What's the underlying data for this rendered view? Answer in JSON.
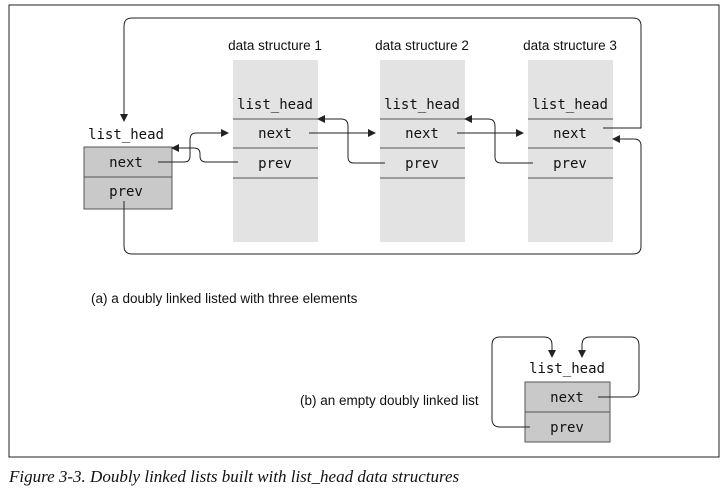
{
  "diagram_a": {
    "caption": "(a)  a doubly linked listed with three elements",
    "head": {
      "label": "list_head",
      "next": "next",
      "prev": "prev"
    },
    "structures": [
      {
        "title": "data structure 1",
        "label": "list_head",
        "next": "next",
        "prev": "prev"
      },
      {
        "title": "data structure 2",
        "label": "list_head",
        "next": "next",
        "prev": "prev"
      },
      {
        "title": "data structure 3",
        "label": "list_head",
        "next": "next",
        "prev": "prev"
      }
    ]
  },
  "diagram_b": {
    "caption": "(b)  an empty doubly linked list",
    "head": {
      "label": "list_head",
      "next": "next",
      "prev": "prev"
    }
  },
  "figure_caption": "Figure 3-3. Doubly linked lists built with list_head data structures"
}
